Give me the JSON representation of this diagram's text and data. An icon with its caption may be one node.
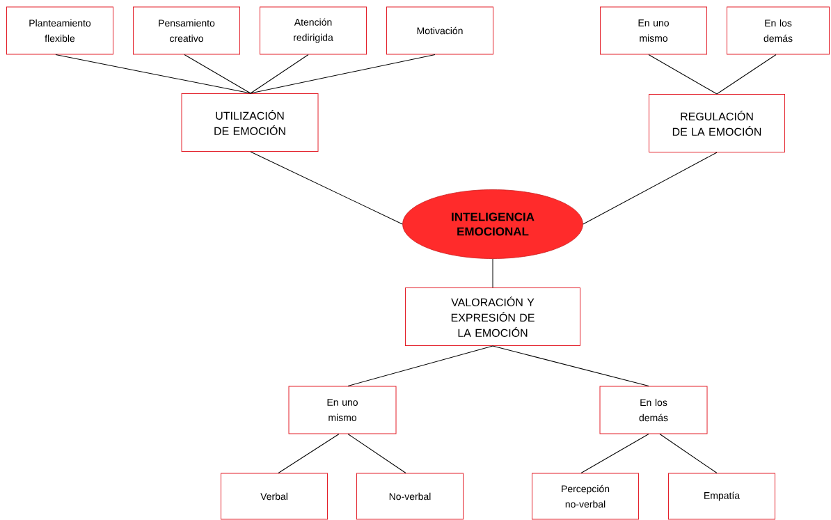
{
  "diagram": {
    "nodes": [
      {
        "text": [
          "Planteamiento flexible"
        ]
      },
      {
        "text": [
          "Pensamiento creativo"
        ]
      },
      {
        "text": [
          "Atención redirigida"
        ]
      },
      {
        "text": [
          "Motivación"
        ]
      },
      {
        "text": [
          "En uno mismo"
        ]
      },
      {
        "text": [
          "En los demás"
        ]
      },
      {
        "text": [
          "UTILIZACIÓN DE EMOCIÓN"
        ]
      },
      {
        "text": [
          "REGULACIÓN DE LA EMOCIÓN"
        ]
      },
      {
        "text": [
          "INTELIGENCIA EMOCIONAL"
        ]
      },
      {
        "text": [
          "VALORACIÓN Y EXPRESIÓN DE LA EMOCIÓN"
        ]
      },
      {
        "text": [
          "En uno mismo"
        ]
      },
      {
        "text": [
          "En los demás"
        ]
      },
      {
        "text": [
          "Verbal"
        ]
      },
      {
        "text": [
          "No-verbal"
        ]
      },
      {
        "text": [
          "Percepción no-verbal"
        ]
      },
      {
        "text": [
          "Empatía"
        ]
      }
    ],
    "edges": [
      {
        "from": 0,
        "to": 6,
        "arrow": "none"
      },
      {
        "from": 1,
        "to": 6,
        "arrow": "none"
      },
      {
        "from": 2,
        "to": 6,
        "arrow": "none"
      },
      {
        "from": 3,
        "to": 6,
        "arrow": "none"
      },
      {
        "from": 4,
        "to": 7,
        "arrow": "none"
      },
      {
        "from": 5,
        "to": 7,
        "arrow": "none"
      },
      {
        "from": 6,
        "to": 8,
        "arrow": "none"
      },
      {
        "from": 7,
        "to": 8,
        "arrow": "none"
      },
      {
        "from": 8,
        "to": 9,
        "arrow": "none"
      },
      {
        "from": 9,
        "to": 10,
        "arrow": "none"
      },
      {
        "from": 9,
        "to": 11,
        "arrow": "none"
      },
      {
        "from": 10,
        "to": 12,
        "arrow": "none"
      },
      {
        "from": 10,
        "to": 13,
        "arrow": "none"
      },
      {
        "from": 11,
        "to": 14,
        "arrow": "none"
      },
      {
        "from": 11,
        "to": 15,
        "arrow": "none"
      }
    ]
  }
}
